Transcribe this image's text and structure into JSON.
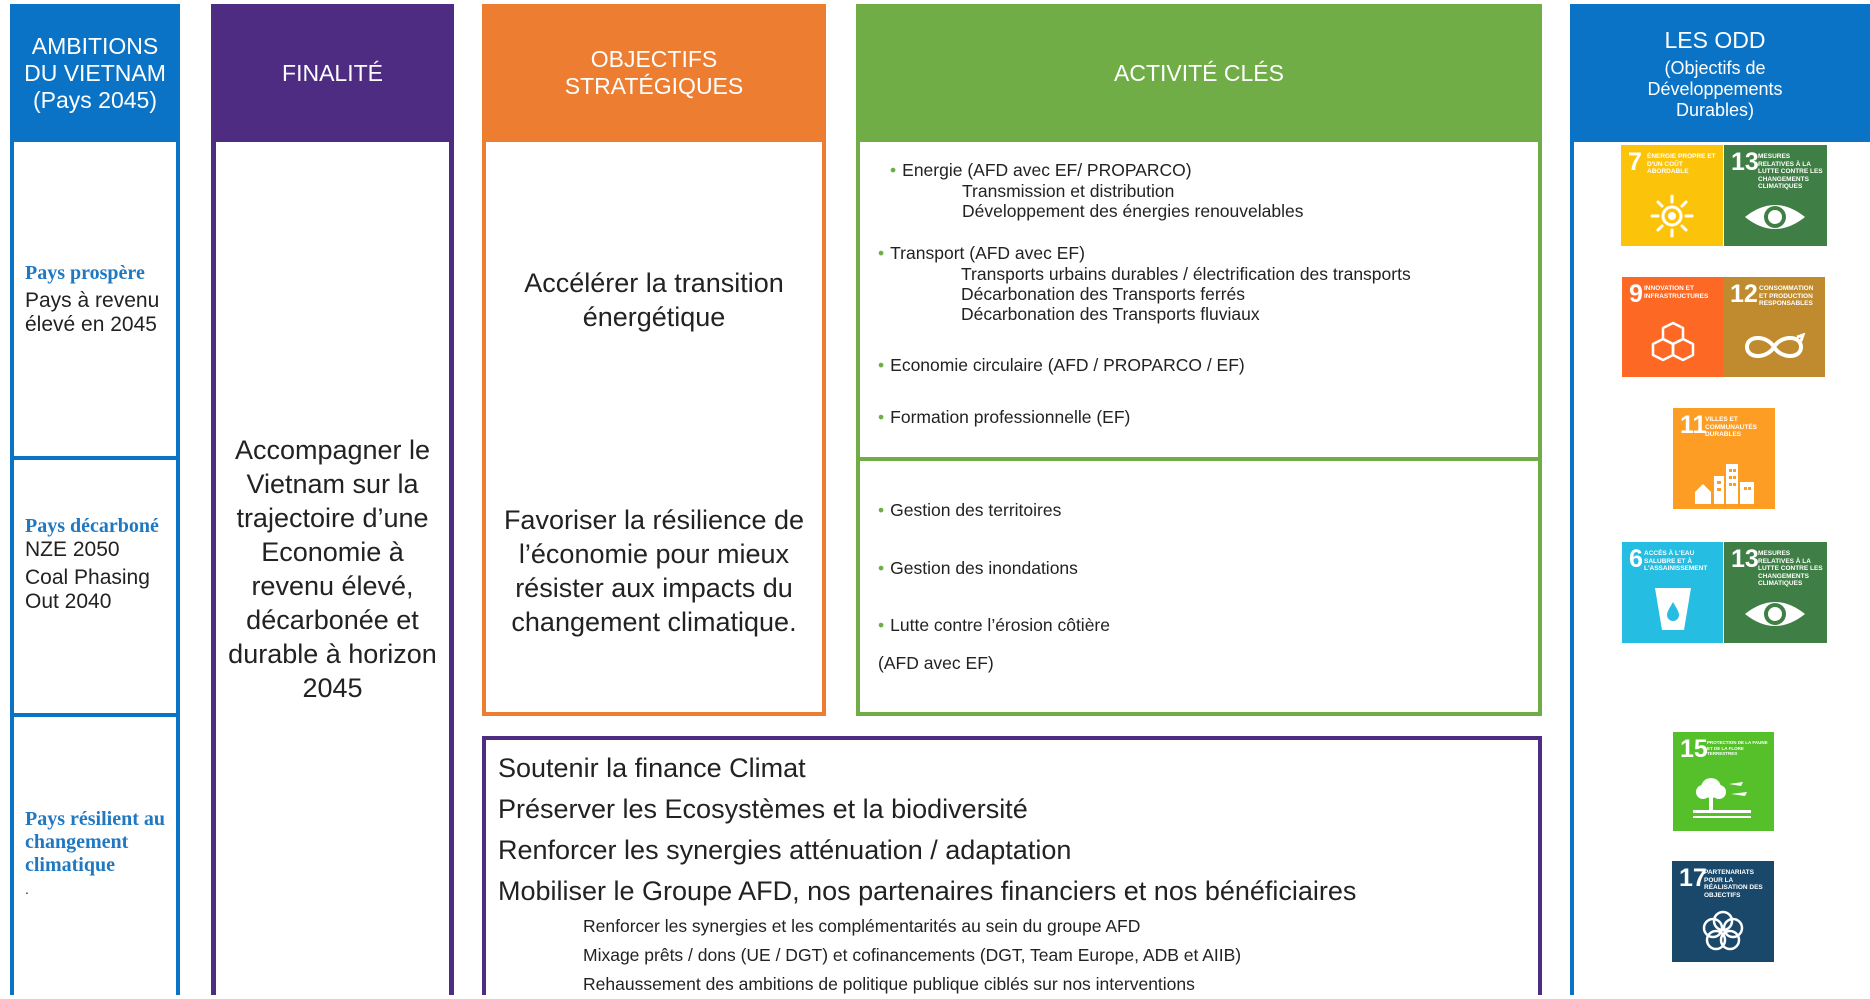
{
  "colors": {
    "blue": "#0a73c6",
    "purple": "#4d2c82",
    "orange": "#ed7d31",
    "green": "#70ad47",
    "ambition_title": "#1f78c1"
  },
  "headers": {
    "ambitions": "AMBITIONS DU VIETNAM (Pays 2045)",
    "finalite": "FINALITÉ",
    "objectifs": "OBJECTIFS STRATÉGIQUES",
    "activites": "ACTIVITÉ CLÉS",
    "odd_title": "LES ODD",
    "odd_subtitle": "(Objectifs de Développements Durables)"
  },
  "ambitions": [
    {
      "title": "Pays prospère",
      "desc": "Pays à revenu élevé en 2045"
    },
    {
      "title": "Pays décarboné",
      "desc_lines": [
        "NZE 2050",
        "Coal Phasing Out 2040"
      ]
    },
    {
      "title": "Pays résilient au changement climatique",
      "desc": "."
    }
  ],
  "finalite": "Accompagner le Vietnam sur la trajectoire d’une Economie à revenu élevé, décarbonée et durable à horizon 2045",
  "objectifs": [
    "Accélérer la transition énergétique",
    "Favoriser la résilience de l’économie pour mieux résister aux impacts du changement climatique."
  ],
  "activities_top": [
    {
      "label": "Energie (AFD avec EF/ PROPARCO)",
      "subs": [
        "Transmission et distribution",
        "Développement des énergies renouvelables"
      ]
    },
    {
      "label": "Transport (AFD avec EF)",
      "subs": [
        "Transports urbains durables / électrification des transports",
        "Décarbonation des Transports ferrés",
        "Décarbonation des Transports fluviaux"
      ]
    },
    {
      "label": "Economie circulaire (AFD / PROPARCO / EF)",
      "subs": []
    },
    {
      "label": "Formation professionnelle (EF)",
      "subs": []
    }
  ],
  "activities_bottom": {
    "items": [
      "Gestion des territoires",
      "Gestion des inondations",
      "Lutte contre l’érosion côtière"
    ],
    "note": "(AFD avec EF)"
  },
  "transversal": {
    "lines": [
      "Soutenir la finance Climat",
      "Préserver les Ecosystèmes et la biodiversité",
      "Renforcer les synergies atténuation / adaptation",
      "Mobiliser le Groupe AFD, nos partenaires financiers et nos bénéficiaires"
    ],
    "sublines": [
      "Renforcer les synergies et les complémentarités au sein du groupe AFD",
      "Mixage prêts / dons (UE / DGT) et cofinancements (DGT, Team Europe, ADB et AIIB)",
      "Rehaussement des ambitions de politique publique ciblés sur nos interventions"
    ]
  },
  "sdgs": [
    {
      "number": "7",
      "label": "ÉNERGIE PROPRE ET D'UN COÛT ABORDABLE",
      "color": "#fcc30b",
      "icon": "sun-icon"
    },
    {
      "number": "13",
      "label": "MESURES RELATIVES À LA LUTTE CONTRE LES CHANGEMENTS CLIMATIQUES",
      "color": "#3f7e44",
      "icon": "eye-globe-icon"
    },
    {
      "number": "9",
      "label": "INNOVATION ET INFRASTRUCTURES",
      "color": "#fd6925",
      "icon": "cubes-icon"
    },
    {
      "number": "12",
      "label": "CONSOMMATION ET PRODUCTION RESPONSABLES",
      "color": "#bf8b2e",
      "icon": "infinity-icon"
    },
    {
      "number": "11",
      "label": "VILLES ET COMMUNAUTÉS DURABLES",
      "color": "#fd9d24",
      "icon": "city-icon"
    },
    {
      "number": "6",
      "label": "ACCÈS À L'EAU SALUBRE ET À L'ASSAINISSEMENT",
      "color": "#26bde2",
      "icon": "water-glass-icon"
    },
    {
      "number": "13",
      "label": "MESURES RELATIVES À LA LUTTE CONTRE LES CHANGEMENTS CLIMATIQUES",
      "color": "#3f7e44",
      "icon": "eye-globe-icon"
    },
    {
      "number": "15",
      "label": "PROTECTION DE LA FAUNE ET DE LA FLORE TERRESTRES",
      "color": "#56c02b",
      "icon": "tree-icon"
    },
    {
      "number": "17",
      "label": "PARTENARIATS POUR LA RÉALISATION DES OBJECTIFS",
      "color": "#19486a",
      "icon": "flower-icon"
    }
  ]
}
